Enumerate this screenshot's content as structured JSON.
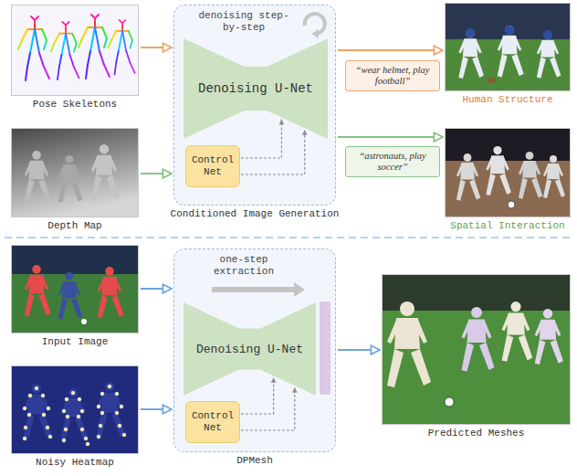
{
  "diagram": {
    "nodes": [
      {
        "text": [
          "Pose Skeletons"
        ]
      },
      {
        "text": [
          "Depth Map"
        ]
      },
      {
        "text": [
          "denoising step-by-step",
          "Conditioned Image Generation"
        ]
      },
      {
        "text": [
          "Denoising U-Net"
        ],
        "in": 2
      },
      {
        "text": [
          "Control Net"
        ],
        "in": 2
      },
      {
        "text": [
          "“wear helmet, play football”"
        ]
      },
      {
        "text": [
          "Human Structure"
        ]
      },
      {
        "text": [
          "“astronauts, play soccer”"
        ]
      },
      {
        "text": [
          "Spatial Interaction"
        ]
      },
      {
        "text": [
          "Input Image"
        ]
      },
      {
        "text": [
          "Noisy Heatmap"
        ]
      },
      {
        "text": [
          "one-step extraction",
          "DPMesh"
        ]
      },
      {
        "text": [
          "Denoising U-Net"
        ],
        "in": 11
      },
      {
        "text": [
          "Control Net"
        ],
        "in": 11
      },
      {
        "text": [
          "Predicted Meshes"
        ]
      }
    ],
    "edges": [
      {
        "from": 0,
        "to": 2,
        "arrow": "to"
      },
      {
        "from": 1,
        "to": 2,
        "arrow": "to"
      },
      {
        "from": 2,
        "to": 6,
        "arrow": "to"
      },
      {
        "from": 2,
        "to": 8,
        "arrow": "to"
      },
      {
        "from": 4,
        "to": 3,
        "arrow": "to"
      },
      {
        "from": 4,
        "to": 3,
        "arrow": "to"
      },
      {
        "from": 9,
        "to": 11,
        "arrow": "to"
      },
      {
        "from": 10,
        "to": 11,
        "arrow": "to"
      },
      {
        "from": 11,
        "to": 14,
        "arrow": "to"
      },
      {
        "from": 13,
        "to": 12,
        "arrow": "to"
      },
      {
        "from": 13,
        "to": 12,
        "arrow": "to"
      }
    ]
  }
}
